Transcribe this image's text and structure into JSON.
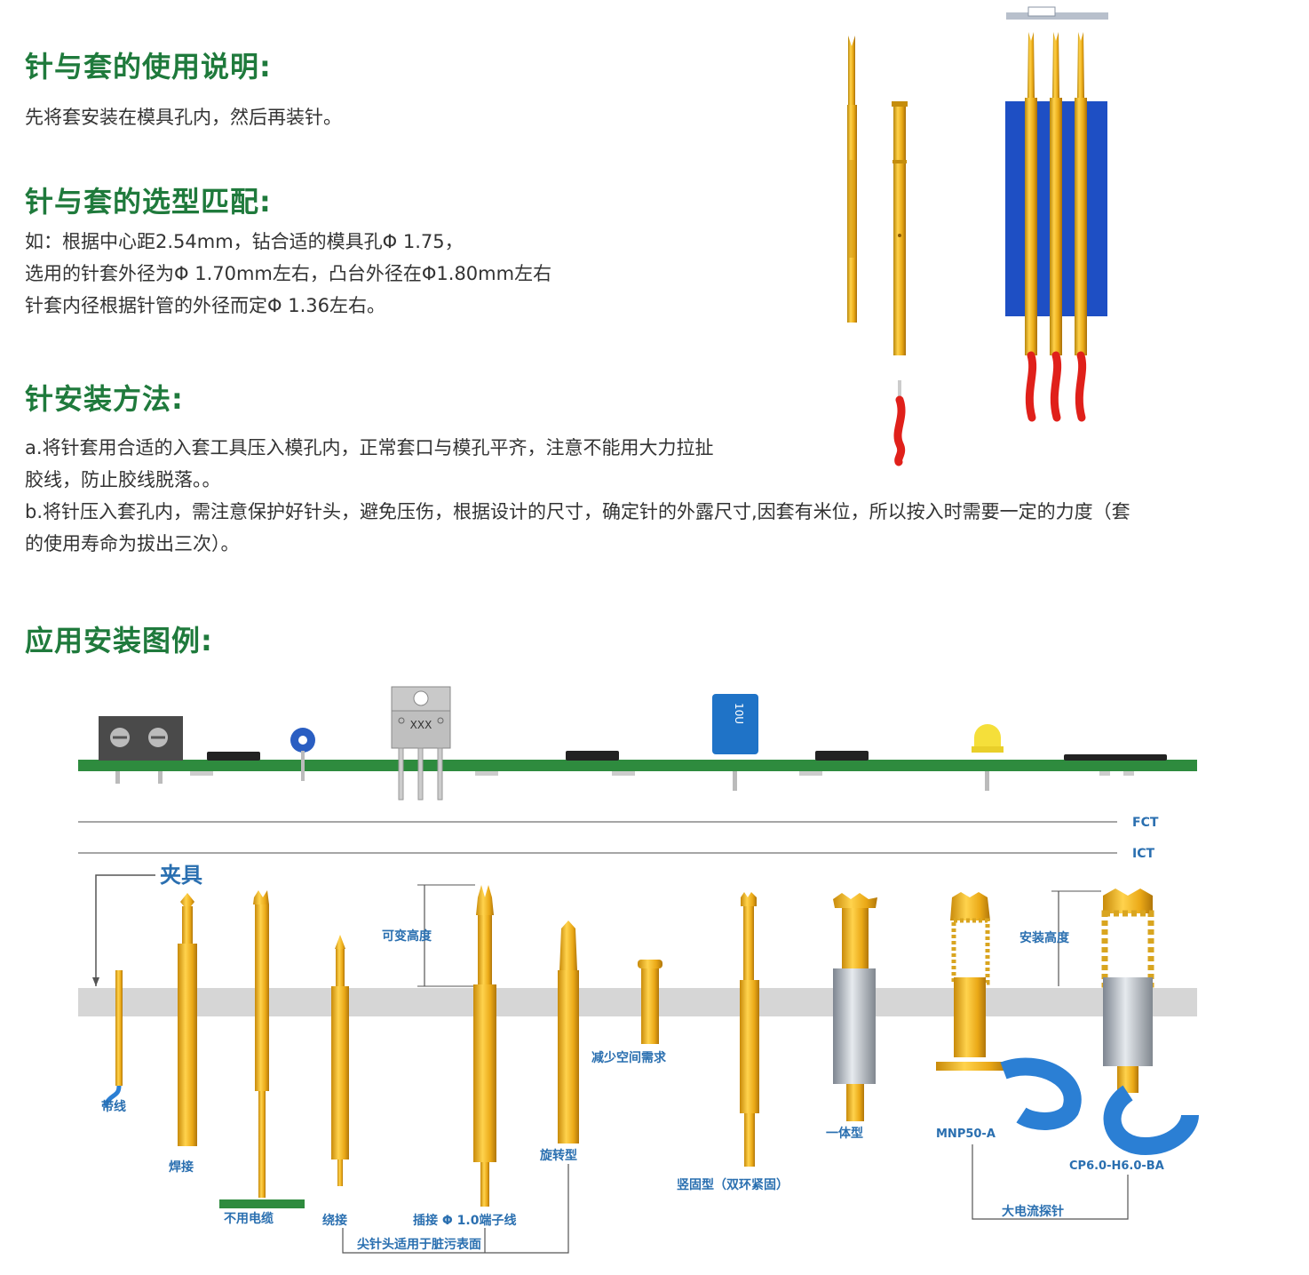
{
  "sections": {
    "usage": {
      "heading": "针与套的使用说明:",
      "text": "先将套安装在模具孔内，然后再装针。"
    },
    "selection": {
      "heading": "针与套的选型匹配:",
      "lines": [
        "如：根据中心距2.54mm，钻合适的模具孔Φ 1.75，",
        "选用的针套外径为Φ 1.70mm左右，凸台外径在Φ1.80mm左右",
        "针套内径根据针管的外径而定Φ 1.36左右。"
      ]
    },
    "install": {
      "heading": "针安装方法:",
      "lines": [
        "a.将针套用合适的入套工具压入模孔内，正常套口与模孔平齐，注意不能用大力拉扯",
        "胶线，防止胶线脱落。。",
        "b.将针压入套孔内，需注意保护好针头，避免压伤，根据设计的尺寸，确定针的外露尺寸,因套有米位，所以按入时需要一定的力度（套",
        "的使用寿命为拔出三次）。"
      ]
    },
    "application": {
      "heading": "应用安装图例:"
    }
  },
  "diagram": {
    "component_text": {
      "ic_marking": "XXX",
      "capacitor_marking": "10U"
    },
    "test_lines": [
      "FCT",
      "ICT"
    ],
    "fixture_label": "夹具",
    "labels": {
      "wired": "带线",
      "soldered": "焊接",
      "no_cable": "不用电缆",
      "wrapped": "绕接",
      "variable_height": "可变高度",
      "plug_terminal": "插接 Φ 1.0端子线",
      "rotary": "旋转型",
      "dirty_surface": "尖针头适用于脏污表面",
      "reduce_space": "减少空间需求",
      "double_ring": "竖固型（双环紧固）",
      "integral": "一体型",
      "mnp": "MNP50-A",
      "install_height": "安装高度",
      "cp": "CP6.0-H6.0-BA",
      "high_current": "大电流探针"
    }
  },
  "colors": {
    "heading_green": "#1f7a3c",
    "pcb_green": "#2e8b3e",
    "gold": "#e0a818",
    "blue_block": "#1e4fc4",
    "wire_red": "#e0201a",
    "label_blue": "#2a6fb0"
  }
}
